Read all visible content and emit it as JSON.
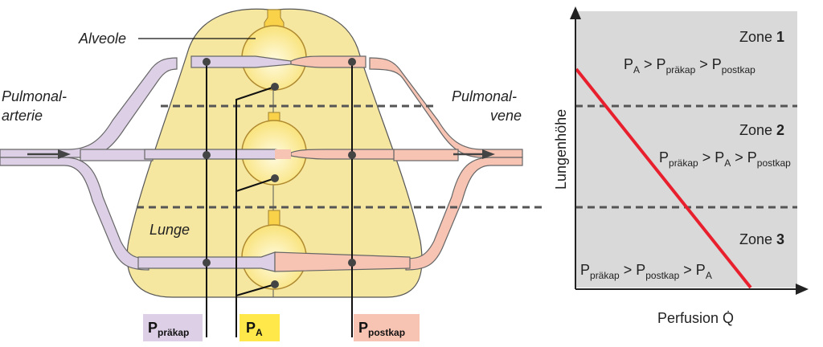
{
  "diagram": {
    "labels": {
      "alveole": "Alveole",
      "pulmonalarterie_1": "Pulmonal-",
      "pulmonalarterie_2": "arterie",
      "pulmonalvene_1": "Pulmonal-",
      "pulmonalvene_2": "vene",
      "lunge": "Lunge"
    },
    "pressure_labels": {
      "praekap": {
        "main": "P",
        "sub": "präkap"
      },
      "alveolar": {
        "main": "P",
        "sub": "A"
      },
      "postkap": {
        "main": "P",
        "sub": "postkap"
      }
    }
  },
  "graph": {
    "ylabel": "Lungenhöhe",
    "xlabel": "Perfusion Q̇",
    "zones": [
      {
        "name": "Zone",
        "number": "1",
        "relation": [
          {
            "main": "P",
            "sub": "A"
          },
          {
            "op": " > "
          },
          {
            "main": "P",
            "sub": "präkap"
          },
          {
            "op": " > "
          },
          {
            "main": "P",
            "sub": "postkap"
          }
        ]
      },
      {
        "name": "Zone",
        "number": "2",
        "relation": [
          {
            "main": "P",
            "sub": "präkap"
          },
          {
            "op": " > "
          },
          {
            "main": "P",
            "sub": "A"
          },
          {
            "op": " > "
          },
          {
            "main": "P",
            "sub": "postkap"
          }
        ]
      },
      {
        "name": "Zone",
        "number": "3",
        "relation": [
          {
            "main": "P",
            "sub": "präkap"
          },
          {
            "op": " > "
          },
          {
            "main": "P",
            "sub": "postkap"
          },
          {
            "op": " > "
          },
          {
            "main": "P",
            "sub": "A"
          }
        ]
      }
    ]
  },
  "colors": {
    "lung": "#f5e6a0",
    "arterial": "#ddd0e6",
    "venous": "#f7c4b4",
    "alveolus": "#fdf4b0",
    "trachea": "#f9d24a",
    "graph_bg": "#d9d9d9",
    "perfusion_line": "#e8202e",
    "pa_label_bg": "#ffe94a"
  }
}
